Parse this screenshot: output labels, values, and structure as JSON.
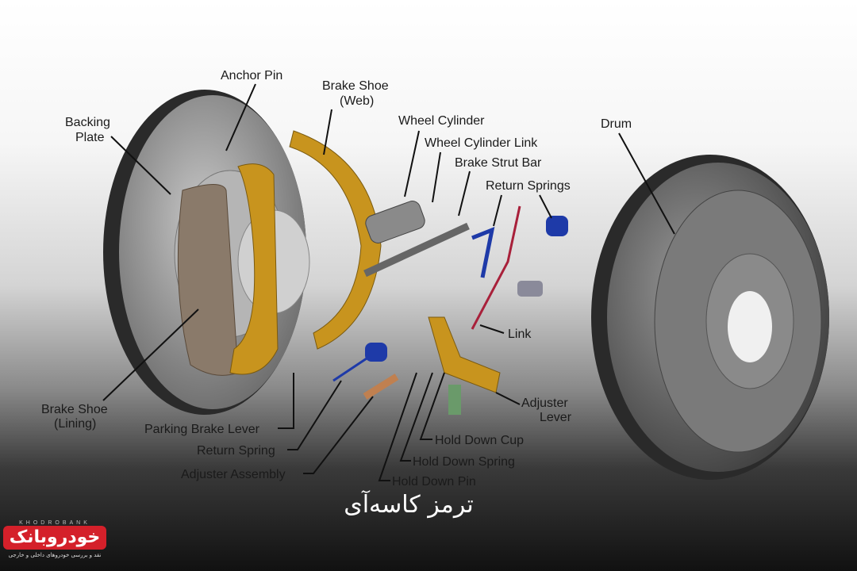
{
  "labels": {
    "anchor_pin": "Anchor Pin",
    "brake_shoe_web": [
      "Brake Shoe",
      "(Web)"
    ],
    "backing_plate": [
      "Backing",
      "Plate"
    ],
    "wheel_cylinder": "Wheel Cylinder",
    "wheel_cylinder_link": "Wheel Cylinder Link",
    "brake_strut_bar": "Brake Strut Bar",
    "return_springs": "Return Springs",
    "drum": "Drum",
    "link": "Link",
    "adjuster_lever": [
      "Adjuster",
      "Lever"
    ],
    "brake_shoe_lining": [
      "Brake Shoe",
      "(Lining)"
    ],
    "parking_brake_lever": "Parking Brake Lever",
    "return_spring": "Return Spring",
    "hold_down_cup": "Hold Down Cup",
    "hold_down_spring": "Hold Down Spring",
    "adjuster_assembly": "Adjuster Assembly",
    "hold_down_pin": "Hold Down Pin"
  },
  "title": "ترمز کاسه‌آی",
  "logo": {
    "latin": "KHODROBANK",
    "name": "خودروبانک",
    "tagline": "نقد و بررسی خودروهای داخلی و خارجی"
  },
  "colors": {
    "shoe": "#c8941e",
    "spring": "#1e3aa8",
    "link_spring": "#a8203a",
    "logo_red": "#d4202a"
  }
}
